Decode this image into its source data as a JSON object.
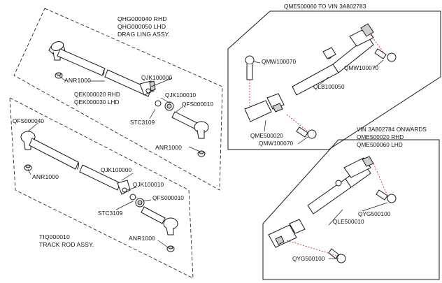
{
  "colors": {
    "line": "#1a1a1a",
    "dash": "#333333",
    "leader": "#d03030",
    "part_fill": "#ffffff",
    "shade": "#cfcfcf"
  },
  "drag_link": {
    "title_lines": [
      "QHG000040 RHD",
      "QHG000050 LHD",
      "DRAG LING ASSY."
    ],
    "anr_left": "ANR1000",
    "qjk": "QJK100000",
    "qek_lines": [
      "QEK000020 RHD",
      "QEK000030 LHD"
    ],
    "qjk10": "QJK100010",
    "qfs": "QFS000010",
    "stc": "STC3109",
    "anr_right": "ANR1000"
  },
  "track_rod": {
    "qfs_left": "QFS000040",
    "anr_left": "ANR1000",
    "qjk": "QJK100000",
    "qjk10": "QJK100010",
    "qfs": "QFS000010",
    "stc": "STC3109",
    "anr_right": "ANR1000",
    "title_lines": [
      "TIQ000010",
      "TRACK ROD ASSY."
    ]
  },
  "upper_column": {
    "title": "QME500060 TO VIN 3A802783",
    "qmw_upper": "QMW100070",
    "qmw_right": "QMW100070",
    "qlb": "QLB100050",
    "qme": "QME500020",
    "qmw_lower": "QMW100070"
  },
  "lower_column": {
    "title_lines": [
      "VIN 3A802784 ONWARDS",
      "QME500020 RHD",
      "QME500060 LHD"
    ],
    "qyg_right": "QYG500100",
    "qle": "QLE500010",
    "qyg_lower": "QYG500100"
  }
}
